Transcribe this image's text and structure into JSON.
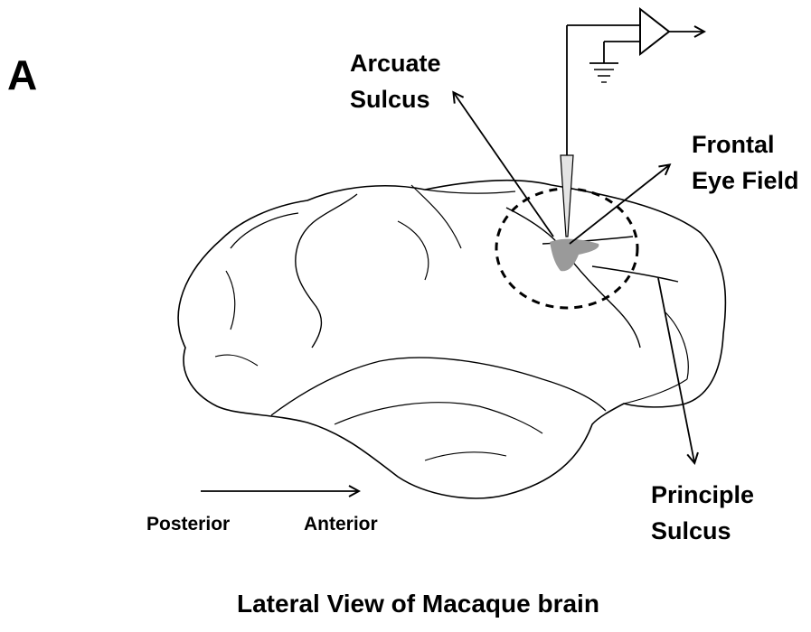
{
  "panel_label": "A",
  "labels": {
    "arcuate_line1": "Arcuate",
    "arcuate_line2": "Sulcus",
    "fef_line1": "Frontal",
    "fef_line2": "Eye Field",
    "principle_line1": "Principle",
    "principle_line2": "Sulcus",
    "posterior": "Posterior",
    "anterior": "Anterior"
  },
  "caption": "Lateral View of Macaque brain",
  "colors": {
    "outline": "#000000",
    "fef_region": "#9a9a9a",
    "background": "#ffffff"
  },
  "icons": {
    "electrode": "electrode-icon",
    "amplifier": "amplifier-icon",
    "ground": "ground-icon"
  }
}
